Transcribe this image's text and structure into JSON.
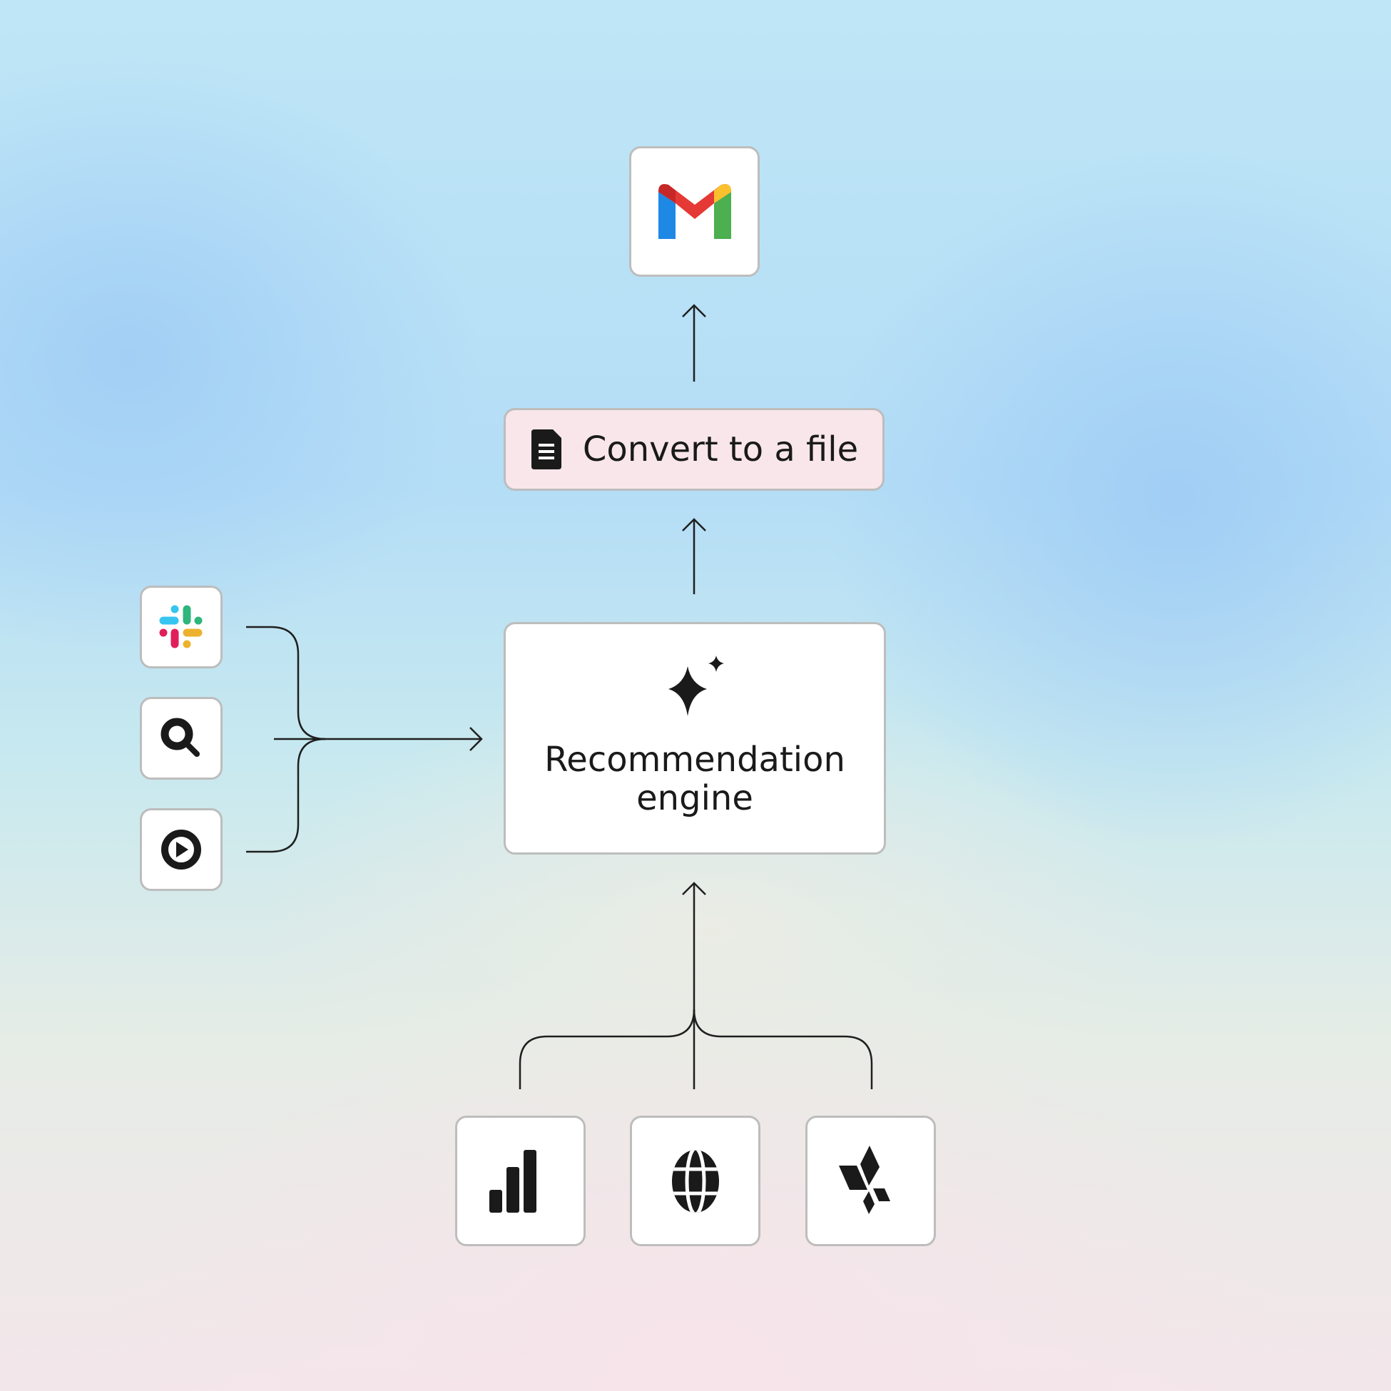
{
  "nodes": {
    "gmail": {
      "icon": "gmail-icon",
      "colors": [
        "#d93025",
        "#1a73e8",
        "#34a853",
        "#fbbc04",
        "#ea4335"
      ]
    },
    "convert": {
      "label": "Convert to a file",
      "icon": "document-icon",
      "fill": "#f8e6ea"
    },
    "engine": {
      "label_line1": "Recommendation",
      "label_line2": "engine",
      "icon": "sparkle-icon"
    },
    "inputs_left": [
      {
        "icon": "slack-icon"
      },
      {
        "icon": "search-icon"
      },
      {
        "icon": "play-circle-icon"
      }
    ],
    "inputs_bottom": [
      {
        "icon": "bar-chart-icon"
      },
      {
        "icon": "globe-icon"
      },
      {
        "icon": "diamond-logo-icon"
      }
    ]
  },
  "colors": {
    "line": "#1f1f1f",
    "border": "#bdbdbd"
  }
}
